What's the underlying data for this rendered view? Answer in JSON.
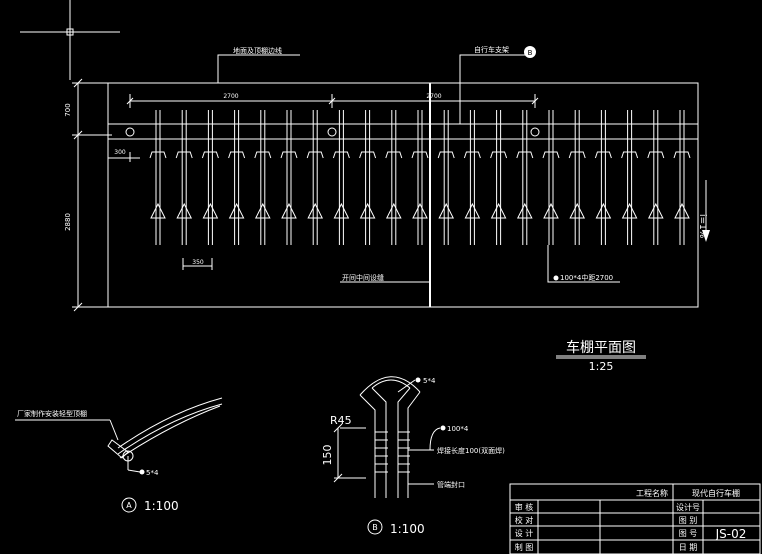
{
  "plan": {
    "label_edge": "地面及顶棚边线",
    "label_bike": "自行车支架",
    "label_joint": "开间中间设缝",
    "label_tube": "100*4中距2700",
    "dim_top": "700",
    "dim_side": "2880",
    "dim_bay_1": "2700",
    "dim_bay_2": "2700",
    "dim_offset": "300",
    "dim_spacing": "350",
    "slope": "i=1%",
    "callout_bike": "B"
  },
  "title": {
    "main": "车棚平面图",
    "scale": "1:25"
  },
  "detail_a": {
    "marker": "A",
    "scale": "1:100",
    "label_roof": "厂家制作安装轻型顶棚",
    "label_pipe": "5*4"
  },
  "detail_b": {
    "marker": "B",
    "scale": "1:100",
    "label_top": "5*4",
    "label_pipe": "100*4",
    "label_weld": "焊接长度100(双面焊)",
    "label_cap": "管端封口",
    "dim_radius": "R45",
    "dim_height": "150"
  },
  "title_block": {
    "project_label": "工程名称",
    "project_value": "现代自行车棚",
    "rows_left": [
      "审 核",
      "校 对",
      "设 计",
      "制 图"
    ],
    "rows_right": [
      "设计号",
      "图 别",
      "图 号",
      "日 期"
    ],
    "drawing_no": "JS-02"
  }
}
